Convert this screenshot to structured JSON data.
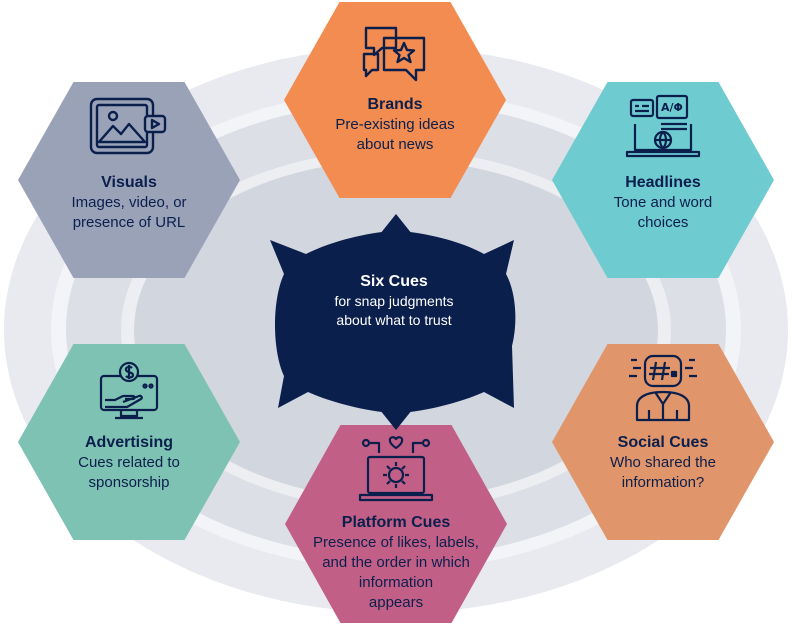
{
  "center": {
    "title": "Six Cues",
    "subtitle_line1": "for snap judgments",
    "subtitle_line2": "about what to trust"
  },
  "cues": {
    "brands": {
      "title": "Brands",
      "line1": "Pre-existing ideas",
      "line2": "about news",
      "color": "#f28c50",
      "icon": "chat-star-icon"
    },
    "headlines": {
      "title": "Headlines",
      "line1": "Tone and word",
      "line2": "choices",
      "color": "#6ecbd0",
      "icon": "laptop-translate-icon"
    },
    "social": {
      "title": "Social Cues",
      "line1": "Who shared the",
      "line2": "information?",
      "color": "#e1956a",
      "icon": "hashtag-person-icon"
    },
    "platform": {
      "title": "Platform Cues",
      "line1": "Presence of likes, labels,",
      "line2": "and the order in which",
      "line3": "information",
      "line4": "appears",
      "color": "#c25f86",
      "icon": "laptop-gear-icon"
    },
    "advertising": {
      "title": "Advertising",
      "line1": "Cues related to",
      "line2": "sponsorship",
      "color": "#7ec2b3",
      "icon": "hand-dollar-icon"
    },
    "visuals": {
      "title": "Visuals",
      "line1": "Images, video, or",
      "line2": "presence of URL",
      "color": "#9aa2b8",
      "icon": "image-video-icon"
    }
  },
  "colors": {
    "navy": "#0b1f4d",
    "ring_outer": "#e7e9ee",
    "ring_mid": "#d6dae2",
    "ring_inner": "#c9ced8"
  }
}
